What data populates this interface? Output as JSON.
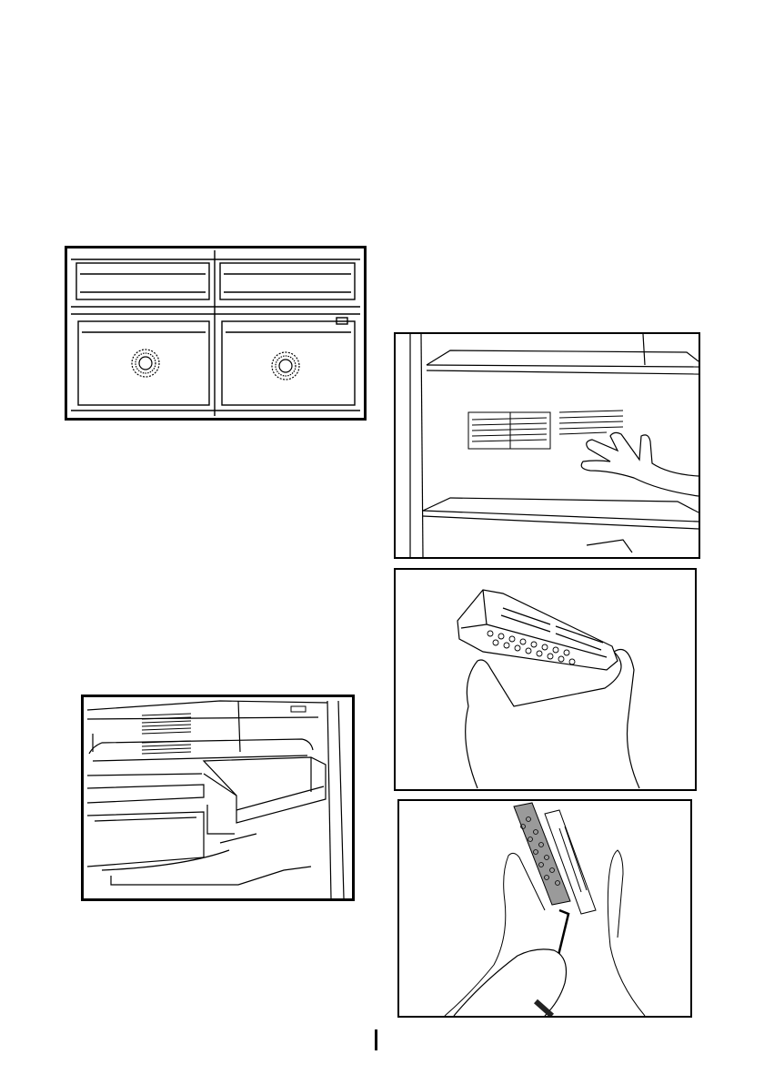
{
  "page": {
    "background": "#ffffff",
    "line_color": "#000000",
    "figures": [
      {
        "id": "crisper-drawers-front"
      },
      {
        "id": "fridge-interior-shelf-drawer"
      },
      {
        "id": "filter-on-rear-wall"
      },
      {
        "id": "filter-held-in-hands"
      },
      {
        "id": "filter-opened-with-tool"
      }
    ]
  }
}
